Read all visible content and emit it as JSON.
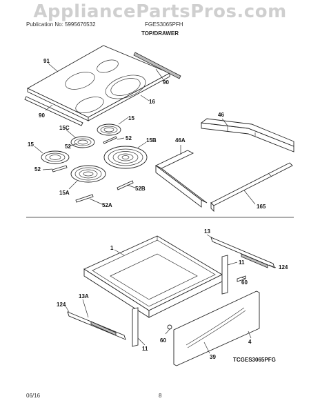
{
  "watermark": "AppliancePartsPros.com",
  "header": {
    "publication_label": "Publication No: 5995676532",
    "model": "FGES3065PFH",
    "section_title": "TOP/DRAWER"
  },
  "footer": {
    "date": "06/16",
    "page": "8"
  },
  "model_code": "TCGES3065PFG",
  "callouts": {
    "c91": "91",
    "c90a": "90",
    "c90b": "90",
    "c16": "16",
    "c15a": "15",
    "c15b": "15",
    "c15c": "15C",
    "c52a": "52",
    "c52b": "52",
    "c52c": "52",
    "c15b2": "15B",
    "c15a2": "15A",
    "c52b2": "52B",
    "c52a2": "52A",
    "c46": "46",
    "c46a": "46A",
    "c165": "165",
    "c1": "1",
    "c13": "13",
    "c11a": "11",
    "c124a": "124",
    "c60a": "60",
    "c13a": "13A",
    "c124b": "124",
    "c60b": "60",
    "c11b": "11",
    "c4": "4",
    "c39": "39"
  }
}
